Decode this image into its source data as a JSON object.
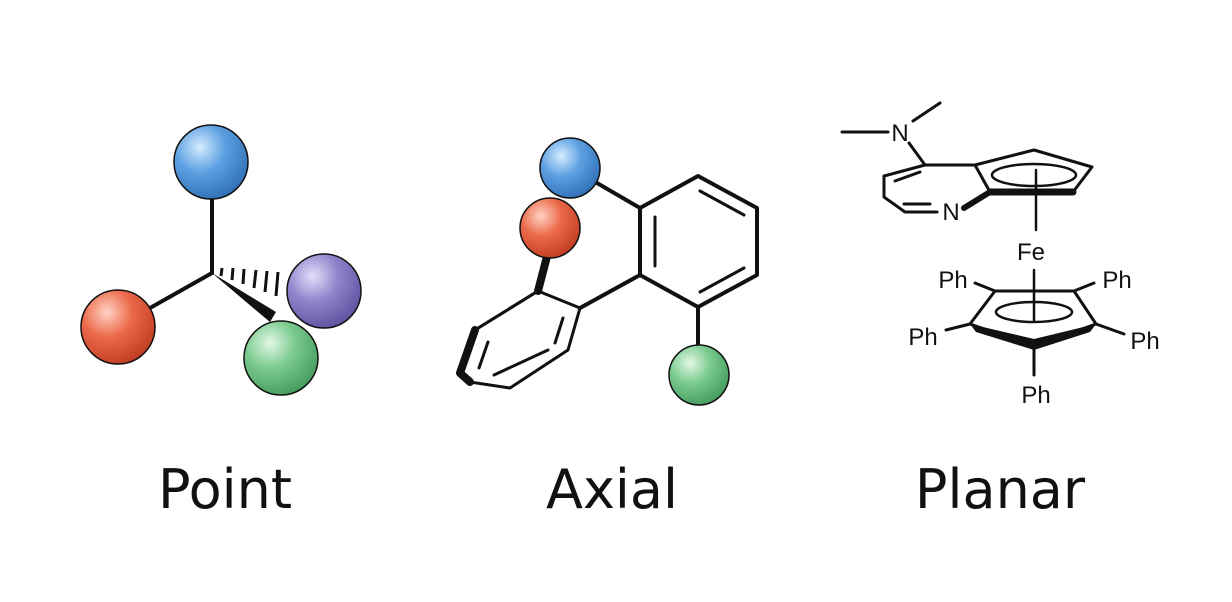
{
  "panels": [
    {
      "id": "point",
      "caption": "Point"
    },
    {
      "id": "axial",
      "caption": "Axial"
    },
    {
      "id": "planar",
      "caption": "Planar"
    }
  ],
  "planar": {
    "atoms": {
      "amine_n": "N",
      "ring_n": "N",
      "metal": "Fe",
      "ph_top_left": "Ph",
      "ph_top_right": "Ph",
      "ph_left": "Ph",
      "ph_right": "Ph",
      "ph_bottom": "Ph"
    }
  },
  "colors": {
    "background": "#ffffff",
    "ink": "#111111",
    "sphere_blue": "#4a90d9",
    "sphere_red": "#e0583a",
    "sphere_purple": "#8578c4",
    "sphere_green": "#69bf7e"
  },
  "legend_icons": [
    "blue-sphere",
    "red-sphere",
    "purple-sphere",
    "green-sphere"
  ]
}
